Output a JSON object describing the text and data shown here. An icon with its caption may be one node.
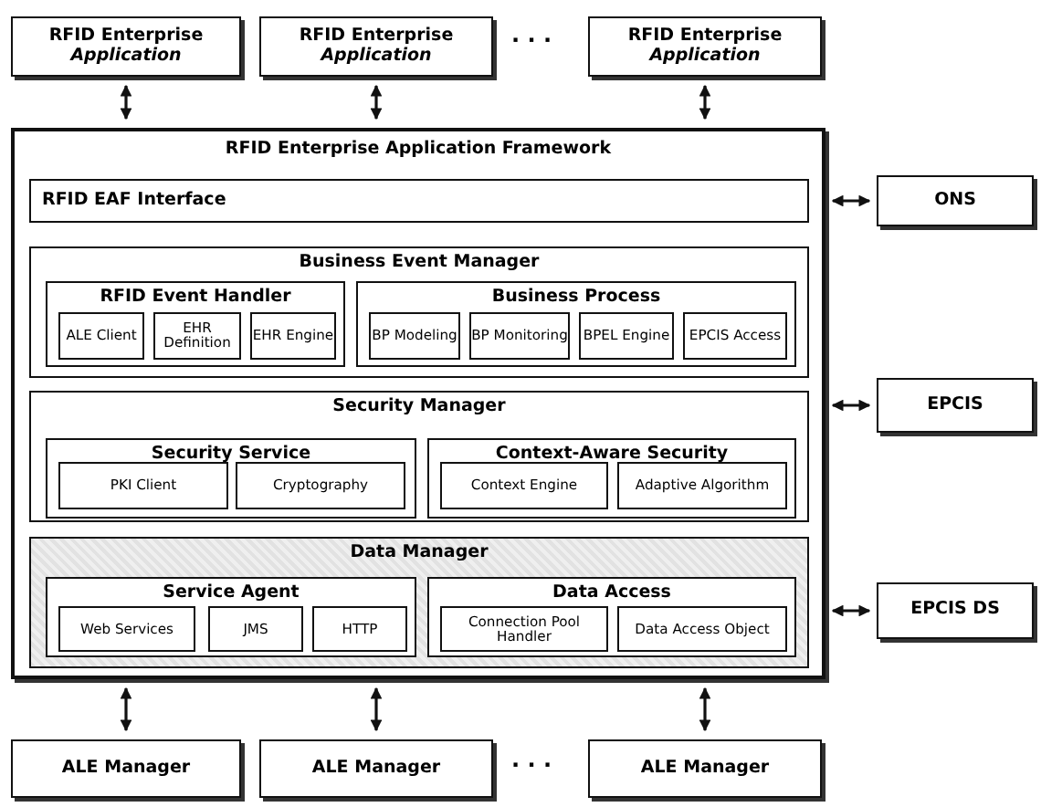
{
  "diagram": {
    "nodes": [
      {
        "text": [
          "RFID Enterprise *Application*"
        ]
      },
      {
        "text": [
          "RFID Enterprise *Application*"
        ]
      },
      {
        "text": [
          "RFID Enterprise *Application*"
        ]
      },
      {
        "text": [
          "RFID Enterprise Application Framework"
        ]
      },
      {
        "text": [
          "RFID EAF Interface"
        ],
        "in": 3
      },
      {
        "text": [
          "Business Event Manager"
        ],
        "in": 3
      },
      {
        "text": [
          "RFID Event Handler"
        ],
        "in": 5
      },
      {
        "text": [
          "ALE Client"
        ],
        "in": 6
      },
      {
        "text": [
          "EHR Definition"
        ],
        "in": 6
      },
      {
        "text": [
          "EHR Engine"
        ],
        "in": 6
      },
      {
        "text": [
          "Business Process"
        ],
        "in": 5
      },
      {
        "text": [
          "BP Modeling"
        ],
        "in": 10
      },
      {
        "text": [
          "BP Monitoring"
        ],
        "in": 10
      },
      {
        "text": [
          "BPEL Engine"
        ],
        "in": 10
      },
      {
        "text": [
          "EPCIS Access"
        ],
        "in": 10
      },
      {
        "text": [
          "Security Manager"
        ],
        "in": 3
      },
      {
        "text": [
          "Security Service"
        ],
        "in": 15
      },
      {
        "text": [
          "PKI Client"
        ],
        "in": 16
      },
      {
        "text": [
          "Cryptography"
        ],
        "in": 16
      },
      {
        "text": [
          "Context-Aware Security"
        ],
        "in": 15
      },
      {
        "text": [
          "Context Engine"
        ],
        "in": 19
      },
      {
        "text": [
          "Adaptive Algorithm"
        ],
        "in": 19
      },
      {
        "text": [
          "Data Manager"
        ],
        "in": 3
      },
      {
        "text": [
          "Service Agent"
        ],
        "in": 22
      },
      {
        "text": [
          "Web Services"
        ],
        "in": 23
      },
      {
        "text": [
          "JMS"
        ],
        "in": 23
      },
      {
        "text": [
          "HTTP"
        ],
        "in": 23
      },
      {
        "text": [
          "Data Access"
        ],
        "in": 22
      },
      {
        "text": [
          "Connection Pool Handler"
        ],
        "in": 27
      },
      {
        "text": [
          "Data Access Object"
        ],
        "in": 27
      },
      {
        "text": [
          "ONS"
        ]
      },
      {
        "text": [
          "EPCIS"
        ]
      },
      {
        "text": [
          "EPCIS DS"
        ]
      },
      {
        "text": [
          "ALE Manager"
        ]
      },
      {
        "text": [
          "ALE Manager"
        ]
      },
      {
        "text": [
          "ALE Manager"
        ]
      }
    ],
    "edges": [
      {
        "from": 0,
        "to": 3,
        "arrow": "both"
      },
      {
        "from": 1,
        "to": 3,
        "arrow": "both"
      },
      {
        "from": 2,
        "to": 3,
        "arrow": "both"
      },
      {
        "from": 30,
        "to": 3,
        "arrow": "both"
      },
      {
        "from": 31,
        "to": 3,
        "arrow": "both"
      },
      {
        "from": 32,
        "to": 3,
        "arrow": "both"
      },
      {
        "from": 3,
        "to": 33,
        "arrow": "both"
      },
      {
        "from": 3,
        "to": 34,
        "arrow": "both"
      },
      {
        "from": 3,
        "to": 35,
        "arrow": "both"
      }
    ],
    "labels": [
      "· · ·",
      "· · ·"
    ]
  }
}
